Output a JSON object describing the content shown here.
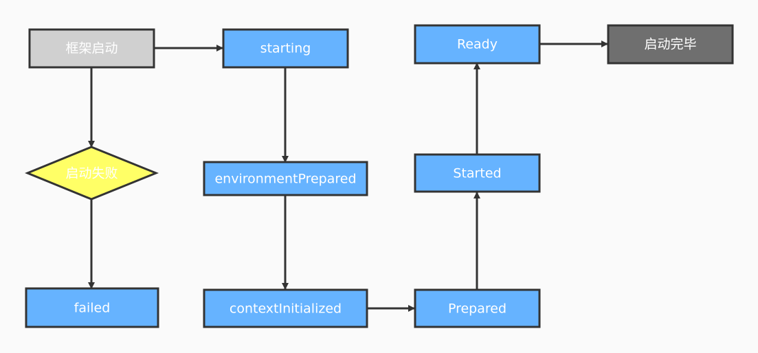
{
  "colors": {
    "background": "#fafafa",
    "stroke": "#333333",
    "primary_fill": "#66b3ff",
    "primary_text": "#ffffff",
    "start_fill": "#d0d0d0",
    "start_text": "#ffffff",
    "decision_fill": "#ffff66",
    "decision_text": "#ffffff",
    "end_fill": "#6f6f6f",
    "end_text": "#ffffff"
  },
  "nodes": {
    "framework_start": {
      "label": "框架启动"
    },
    "starting": {
      "label": "starting"
    },
    "ready": {
      "label": "Ready"
    },
    "startup_complete": {
      "label": "启动完毕"
    },
    "startup_failed": {
      "label": "启动失败"
    },
    "environment_prepared": {
      "label": "environmentPrepared"
    },
    "started": {
      "label": "Started"
    },
    "failed": {
      "label": "failed"
    },
    "context_initialized": {
      "label": "contextInitialized"
    },
    "prepared": {
      "label": "Prepared"
    }
  },
  "edges": [
    {
      "from": "framework_start",
      "to": "starting"
    },
    {
      "from": "framework_start",
      "to": "startup_failed"
    },
    {
      "from": "startup_failed",
      "to": "failed"
    },
    {
      "from": "starting",
      "to": "environment_prepared"
    },
    {
      "from": "environment_prepared",
      "to": "context_initialized"
    },
    {
      "from": "context_initialized",
      "to": "prepared"
    },
    {
      "from": "prepared",
      "to": "started"
    },
    {
      "from": "started",
      "to": "ready"
    },
    {
      "from": "ready",
      "to": "startup_complete"
    }
  ]
}
